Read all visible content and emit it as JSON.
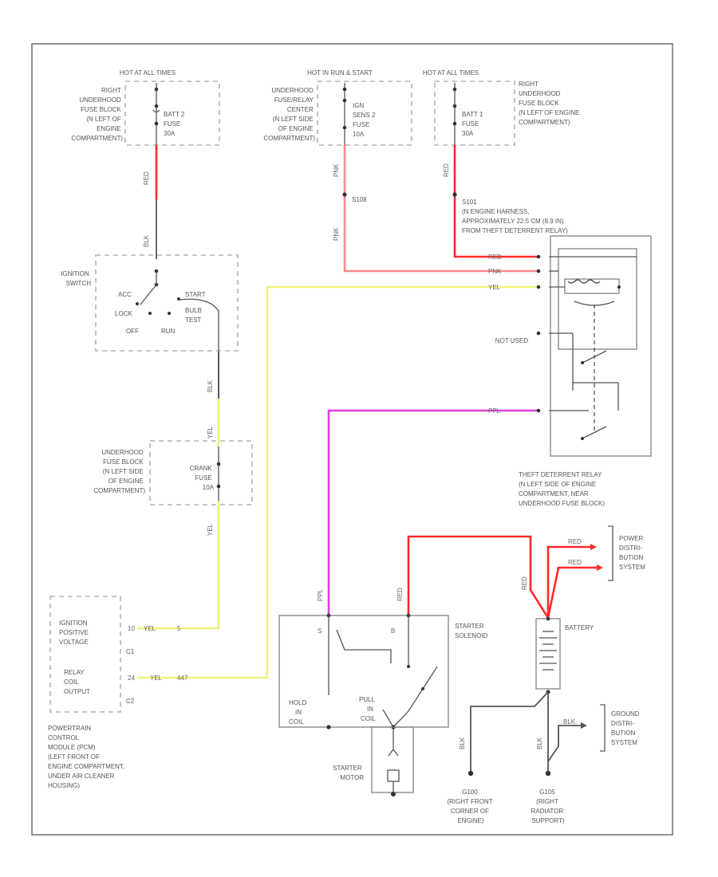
{
  "title": "",
  "footer_code": "",
  "colors": {
    "red": "#ff2a2a",
    "pink": "#ff9a9a",
    "yellow": "#f2f27a",
    "violet": "#e040e0",
    "black": "#333333",
    "frame": "#777777"
  },
  "labels": {
    "hot_all_left": "HOT AT ALL TIMES",
    "hot_run_start": "HOT IN RUN & START",
    "hot_all_right": "HOT AT ALL TIMES",
    "right_fuse_block_left": [
      "RIGHT",
      "UNDERHOOD",
      "FUSE BLOCK",
      "(N LEFT OF",
      "ENGINE",
      "COMPARTMENT)"
    ],
    "underhood_relay_center": [
      "UNDERHOOD",
      "FUSE/RELAY",
      "CENTER",
      "(N LEFT SIDE",
      "OF ENGINE",
      "COMPARTMENT)"
    ],
    "right_fuse_block_right": [
      "RIGHT",
      "UNDERHOOD",
      "FUSE BLOCK",
      "(N LEFT OF ENGINE",
      "COMPARTMENT)"
    ],
    "batt2_fuse": [
      "BATT 2",
      "FUSE",
      "30A"
    ],
    "ign_fuse": [
      "IGN",
      "SENS 2",
      "FUSE",
      "10A"
    ],
    "batt1_fuse": [
      "BATT 1",
      "FUSE",
      "30A"
    ],
    "splice_s108": "S108",
    "splice_s101": [
      "S101",
      "(N ENGINE HARNESS,",
      "APPROXIMATELY 22.5 CM (8.9 IN)",
      "FROM THEFT DETERRENT RELAY)"
    ],
    "ignition_switch": [
      "IGNITION",
      "SWITCH"
    ],
    "switch_acc": "ACC",
    "switch_lock": "LOCK",
    "switch_off": "OFF",
    "switch_run": "RUN",
    "switch_start": "START",
    "switch_bulb_test": [
      "BULB",
      "TEST"
    ],
    "not_used": "NOT USED",
    "underhood_fuse_block": [
      "UNDERHOOD",
      "FUSE BLOCK",
      "(N LEFT SIDE",
      "OF ENGINE",
      "COMPARTMENT)"
    ],
    "crank_fuse": [
      "CRANK",
      "FUSE",
      "10A"
    ],
    "theft_relay": [
      "THEFT DETERRENT RELAY",
      "(N LEFT SIDE OF ENGINE",
      "COMPARTMENT, NEAR",
      "UNDERHOOD FUSE BLOCK)"
    ],
    "power_distribution": [
      "POWER",
      "DISTRI-",
      "BUTION",
      "SYSTEM"
    ],
    "ground_distribution": [
      "GROUND",
      "DISTRI-",
      "BUTION",
      "SYSTEM"
    ],
    "pcm_ign_pos": [
      "IGNITION",
      "POSITIVE",
      "VOLTAGE"
    ],
    "pcm_relay_coil": [
      "RELAY",
      "COIL",
      "OUTPUT"
    ],
    "pcm_c1": "C1",
    "pcm_c2": "C2",
    "pcm": [
      "POWERTRAIN",
      "CONTROL",
      "MODULE (PCM)",
      "(LEFT FRONT OF",
      "ENGINE COMPARTMENT,",
      "UNDER AIR CLEANER",
      "HOUSING)"
    ],
    "starter_solenoid": [
      "STARTER",
      "SOLENOID"
    ],
    "hold_in_coil": [
      "HOLD",
      "IN",
      "COIL"
    ],
    "pull_in_coil": [
      "PULL",
      "IN",
      "COIL"
    ],
    "starter_motor": [
      "STARTER",
      "MOTOR"
    ],
    "battery": "BATTERY",
    "ground_g100": [
      "G100",
      "(RIGHT FRONT",
      "CORNER OF",
      "ENGINE)"
    ],
    "ground_g105": [
      "G105",
      "(RIGHT",
      "RADIATOR",
      "SUPPORT)"
    ]
  },
  "wires": {
    "red": "RED",
    "pnk": "PNK",
    "yel": "YEL",
    "ppl": "PPL",
    "blk": "BLK",
    "pcm_ign_pin": "10",
    "pcm_ign_color": "YEL",
    "pcm_ign_circuit": "5",
    "pcm_relay_pin": "24",
    "pcm_relay_color": "YEL",
    "pcm_relay_circuit": "447"
  }
}
